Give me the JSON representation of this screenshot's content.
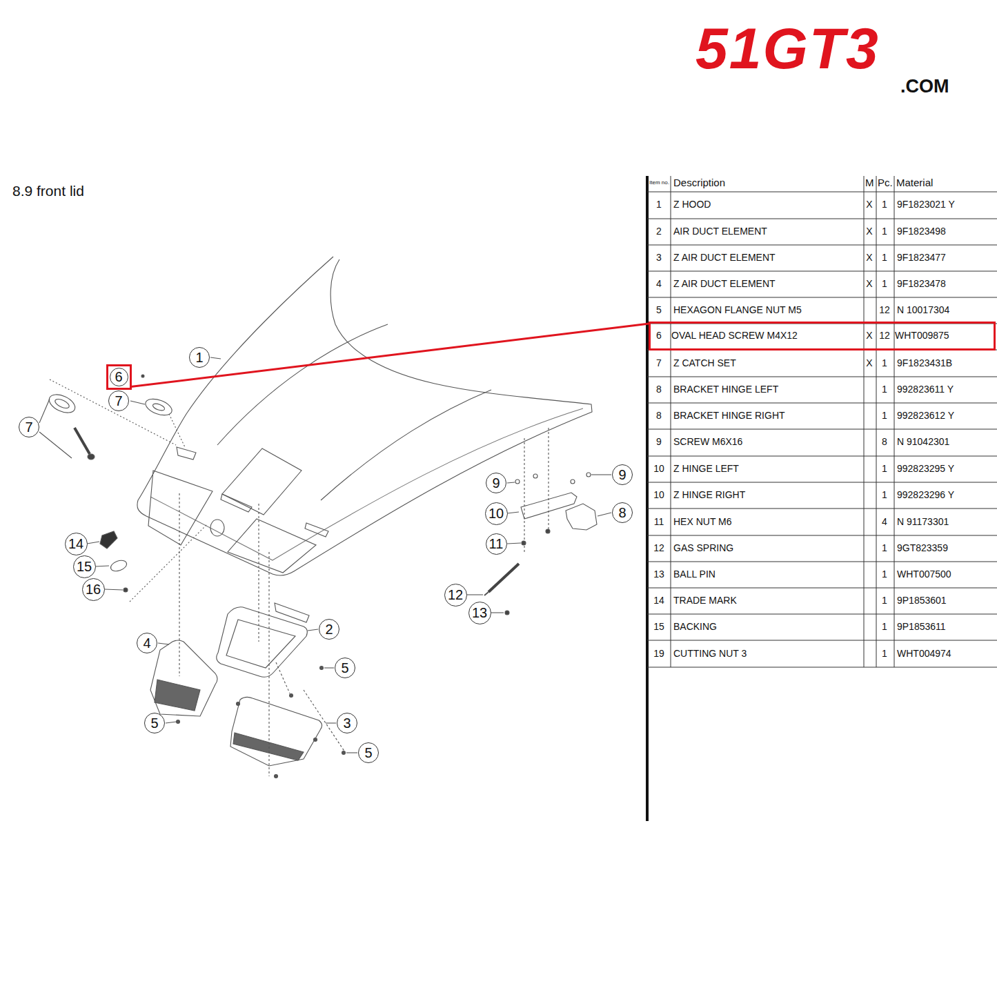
{
  "diagram": {
    "title": "8.9  front lid",
    "nodes": [
      {
        "text": [
          "6"
        ]
      },
      {
        "text": [
          "1"
        ]
      },
      {
        "text": [
          "7"
        ]
      },
      {
        "text": [
          "7"
        ]
      },
      {
        "text": [
          "9"
        ]
      },
      {
        "text": [
          "9"
        ]
      },
      {
        "text": [
          "10"
        ]
      },
      {
        "text": [
          "8"
        ]
      },
      {
        "text": [
          "11"
        ]
      },
      {
        "text": [
          "14"
        ]
      },
      {
        "text": [
          "15"
        ]
      },
      {
        "text": [
          "16"
        ]
      },
      {
        "text": [
          "12"
        ]
      },
      {
        "text": [
          "13"
        ]
      },
      {
        "text": [
          "2"
        ]
      },
      {
        "text": [
          "4"
        ]
      },
      {
        "text": [
          "5"
        ]
      },
      {
        "text": [
          "5"
        ]
      },
      {
        "text": [
          "3"
        ]
      },
      {
        "text": [
          "5"
        ]
      },
      {
        "text": [
          "6",
          "OVAL HEAD SCREW M4X12",
          "X",
          "12",
          "WHT009875"
        ]
      }
    ],
    "edges": [
      {
        "from": 0,
        "to": 20,
        "arrow": "none"
      }
    ],
    "labels": [
      "51GT3",
      ".COM",
      "Item no.",
      "Description",
      "M",
      "Pc.",
      "Material",
      "1",
      "Z HOOD",
      "X",
      "1",
      "9F1823021 Y",
      "2",
      "AIR DUCT ELEMENT",
      "X",
      "1",
      "9F1823498",
      "3",
      "Z AIR DUCT ELEMENT",
      "X",
      "1",
      "9F1823477",
      "4",
      "Z AIR DUCT ELEMENT",
      "X",
      "1",
      "9F1823478",
      "5",
      "HEXAGON FLANGE NUT M5",
      "12",
      "N 10017304",
      "7",
      "Z CATCH SET",
      "X",
      "1",
      "9F1823431B",
      "8",
      "BRACKET HINGE LEFT",
      "1",
      "992823611 Y",
      "8",
      "BRACKET HINGE RIGHT",
      "1",
      "992823612 Y",
      "9",
      "SCREW M6X16",
      "8",
      "N 91042301",
      "10",
      "Z HINGE LEFT",
      "1",
      "992823295 Y",
      "10",
      "Z HINGE RIGHT",
      "1",
      "992823296 Y",
      "11",
      "HEX NUT M6",
      "4",
      "N 91173301",
      "12",
      "GAS SPRING",
      "1",
      "9GT823359",
      "13",
      "BALL PIN",
      "1",
      "WHT007500",
      "14",
      "TRADE MARK",
      "1",
      "9P1853601",
      "15",
      "BACKING",
      "1",
      "9P1853611",
      "19",
      "CUTTING NUT 3",
      "1",
      "WHT004974"
    ]
  }
}
